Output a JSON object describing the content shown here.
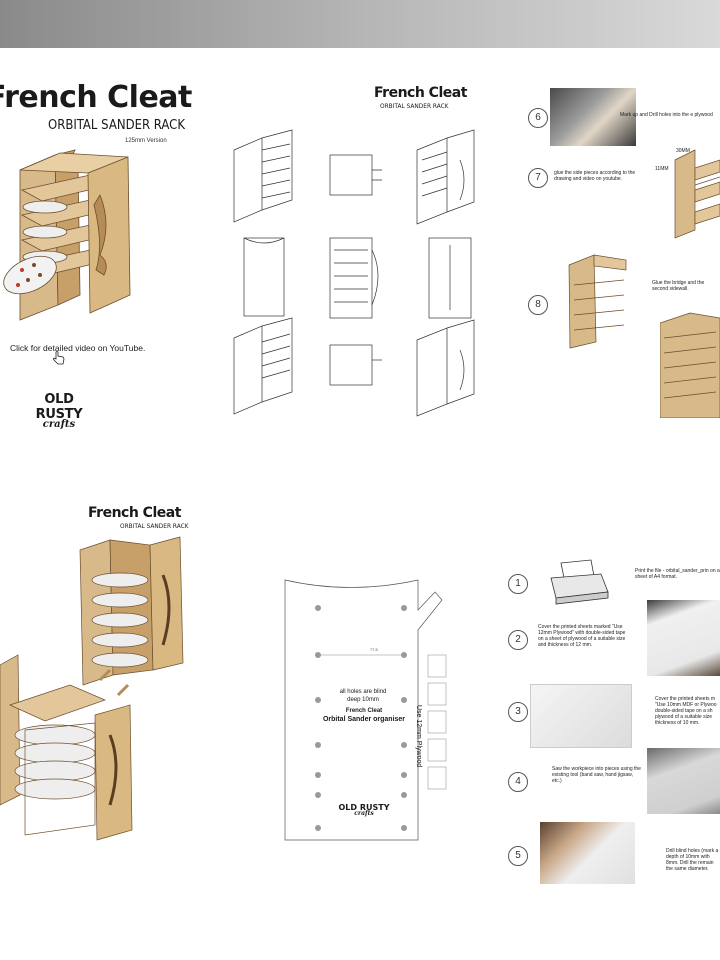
{
  "page1": {
    "title": "French Cleat",
    "subtitle": "ORBITAL SANDER RACK",
    "version": "125mm Version",
    "youtube_text": "Click for detailed video on YouTube.",
    "logo_line1": "OLD RUSTY",
    "logo_line2": "crafts"
  },
  "page2": {
    "title": "French Cleat",
    "subtitle": "ORBITAL SANDER RACK"
  },
  "page3": {
    "step6_num": "6",
    "step6_text": "Mark up and Drill holes into the e plywood",
    "step7_num": "7",
    "step7_text": "glue the side pieces according to the drawing and video on youtube.",
    "step8_num": "8",
    "step8_text": "Glue the bridge and the second sidewall.",
    "dim1": "30MM",
    "dim2": "11MM"
  },
  "page4": {
    "title": "French Cleat",
    "subtitle": "ORBITAL SANDER RACK"
  },
  "page5": {
    "blind_holes": "all holes are blind deep 10mm",
    "name_line1": "French Cleat",
    "name_line2": "Orbital Sander organiser",
    "plywood_note": "Use 12mm Plywood",
    "dim_label": "77.5",
    "logo_line1": "OLD RUSTY",
    "logo_line2": "crafts"
  },
  "page6": {
    "intro_text": "Print the file - orbital_sander_prin on a sheet of A4 format.",
    "steps": [
      {
        "num": "1"
      },
      {
        "num": "2",
        "text": "Cover the printed sheets marked \"Use 12mm Plywood\" with double-sided tape on a sheet of plywood of a suitable size and thickness of 12 mm."
      },
      {
        "num": "3",
        "text": "Cover the printed sheets m \"Use 10mm MDF or Plywoo double-sided tape on a sh plywood of a suitable size thickness of 10 mm."
      },
      {
        "num": "4",
        "text": "Saw the workpiece into pieces using the existing tool (band saw, hand jigsaw, etc.)"
      },
      {
        "num": "5",
        "text": "Drill blind holes (mark a depth of 10mm with 8mm. Drill the remain the same diameter."
      }
    ]
  }
}
